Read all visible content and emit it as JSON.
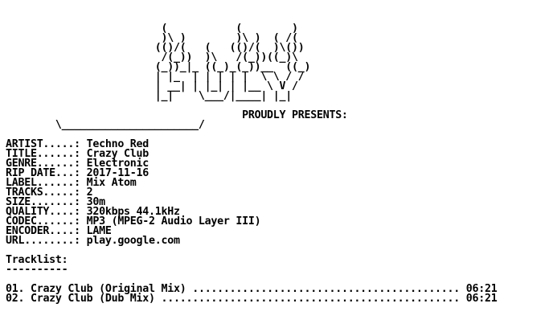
{
  "ascii_art": [
    "                         (           (        )",
    "                         )\\ )        )\\ )  ( /(",
    "                        (()/(   (   (()/(  )\\())",
    "                         /(_))  )\\   /(_))((_)\\",
    "                        (_))_|_ ((_)_(_))__  ((_)",
    "                        | |_  | | | | |  \\ \\ / /",
    "                        | __| | |_| | |__ \\ V /",
    "                        |_|    \\___/|____| |_|"
  ],
  "presents_line": "                                      PROUDLY PRESENTS:",
  "separator_line": "        \\______________________/",
  "info": [
    {
      "key": "ARTIST.....",
      "value": "Techno Red"
    },
    {
      "key": "TITLE......",
      "value": "Crazy Club"
    },
    {
      "key": "GENRE......",
      "value": "Electronic"
    },
    {
      "key": "RIP DATE...",
      "value": "2017-11-16"
    },
    {
      "key": "LABEL......",
      "value": "Mix Atom"
    },
    {
      "key": "TRACKS.....",
      "value": "2"
    },
    {
      "key": "SIZE.......",
      "value": "30m"
    },
    {
      "key": "QUALITY....",
      "value": "320kbps 44.1kHz"
    },
    {
      "key": "CODEC......",
      "value": "MP3 (MPEG-2 Audio Layer III)"
    },
    {
      "key": "ENCODER....",
      "value": "LAME"
    },
    {
      "key": "URL........",
      "value": "play.google.com"
    }
  ],
  "tracklist_heading": "Tracklist:",
  "tracklist_underline": "----------",
  "tracks": [
    {
      "number": "01.",
      "title": "Crazy Club (Original Mix)",
      "dots": "...........................................",
      "duration": "06:21"
    },
    {
      "number": "02.",
      "title": "Crazy Club (Dub Mix)",
      "dots": "................................................",
      "duration": "06:21"
    }
  ]
}
